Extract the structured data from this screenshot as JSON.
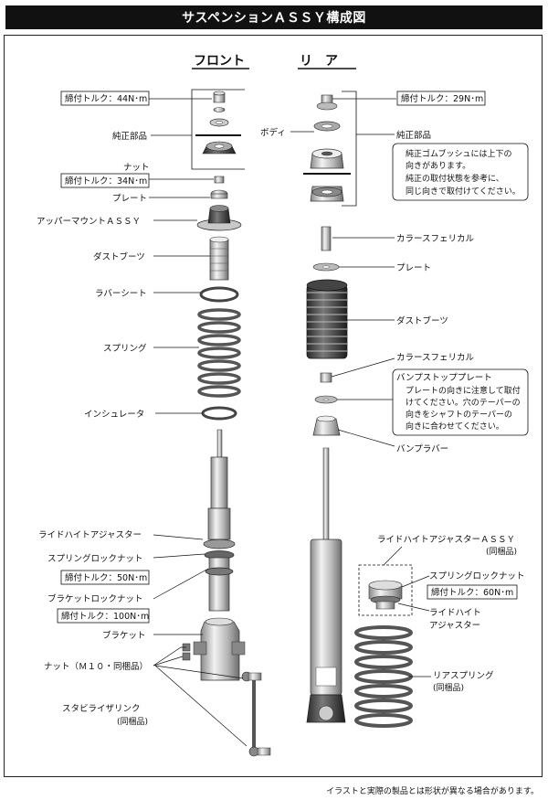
{
  "title": "サスペンションＡＳＳＹ構成図",
  "footnote": "イラストと実際の製品とは形状が異なる場合があります。",
  "headings": {
    "front": "フロント",
    "rear": "リ　ア"
  },
  "front": {
    "torque_top": "締付トルク：44N･m",
    "genuine_parts": "純正部品",
    "nut": "ナット",
    "torque_nut": "締付トルク：34N･m",
    "plate": "プレート",
    "upper_mount": "アッパーマウントＡＳＳＹ",
    "dust_boots": "ダストブーツ",
    "rubber_seat": "ラバーシート",
    "spring": "スプリング",
    "insulator": "インシュレータ",
    "ride_height_adjuster": "ライドハイトアジャスター",
    "spring_lock_nut": "スプリングロックナット",
    "torque_spring_lock": "締付トルク：50N･m",
    "bracket_lock_nut": "ブラケットロックナット",
    "torque_bracket_lock": "締付トルク：100N･m",
    "bracket": "ブラケット",
    "nut_m10": "ナット（Ｍ１０・同梱品）",
    "stabilizer_link": "スタビライザリンク",
    "stabilizer_link_note": "(同梱品)"
  },
  "rear": {
    "body": "ボディ",
    "torque_top": "締付トルク：29N･m",
    "genuine_parts": "純正部品",
    "note_lines": [
      "純正ゴムブッシュには上下の",
      "向きがあります。",
      "純正の取付状態を参考に、",
      "同じ向きで取付けてください。"
    ],
    "collar_spherical_1": "カラースフェリカル",
    "plate": "プレート",
    "dust_boots": "ダストブーツ",
    "collar_spherical_2": "カラースフェリカル",
    "bump_stop_plate": "バンプストッププレート",
    "bump_note_lines": [
      "プレートの向きに注意して取付",
      "けてください。穴のテーパーの",
      "向きをシャフトのテーパーの",
      "向きに合わせてください。"
    ],
    "bump_rubber": "バンプラバー",
    "ride_height_adjuster_assy": "ライドハイトアジャスターＡＳＳＹ",
    "ride_height_assy_note": "(同梱品)",
    "spring_lock_nut": "スプリングロックナット",
    "torque_spring_lock": "締付トルク：60N･m",
    "ride_height_adjuster_1": "ライドハイト",
    "ride_height_adjuster_2": "アジャスター",
    "rear_spring": "リアスプリング",
    "rear_spring_note": "(同梱品)"
  }
}
